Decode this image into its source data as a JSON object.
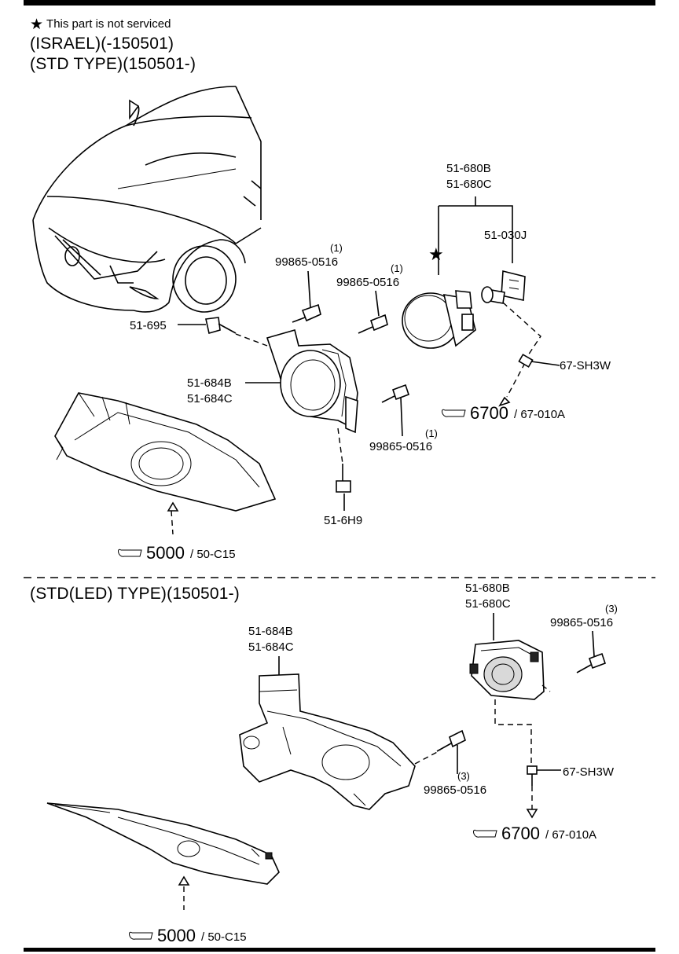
{
  "note": {
    "star": "★",
    "text": "This part is not serviced"
  },
  "headings": {
    "israel": "(ISRAEL)(-150501)",
    "std": "(STD TYPE)(150501-)",
    "led": "(STD(LED) TYPE)(150501-)"
  },
  "labels": {
    "bulb_assy_b": "51-680B",
    "bulb_assy_c": "51-680C",
    "bulb": "51-030J",
    "star": "★",
    "screw_a_qty": "(1)",
    "screw_a": "99865-0516",
    "screw_b_qty": "(1)",
    "screw_b": "99865-0516",
    "bolt_695": "51-695",
    "bracket_b": "51-684B",
    "bracket_c": "51-684C",
    "connector": "67-SH3W",
    "ref1_main": "6700",
    "ref1_sub": "/ 67-010A",
    "screw_c": "99865-0516",
    "screw_c_qty": "(1)",
    "bolt_6h9": "51-6H9",
    "ref2_main": "5000",
    "ref2_sub": "/ 50-C15",
    "led_assy_b": "51-680B",
    "led_assy_c": "51-680C",
    "led_screw_a_qty": "(3)",
    "led_screw_a": "99865-0516",
    "led_bracket_b": "51-684B",
    "led_bracket_c": "51-684C",
    "led_screw_b": "99865-0516",
    "led_screw_b_qty": "(3)",
    "led_connector": "67-SH3W",
    "ref3_main": "6700",
    "ref3_sub": "/ 67-010A",
    "ref4_main": "5000",
    "ref4_sub": "/ 50-C15"
  }
}
